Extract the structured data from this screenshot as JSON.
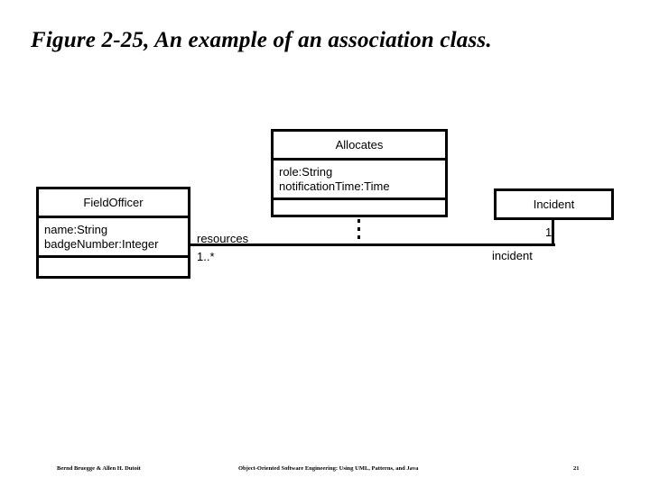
{
  "slide": {
    "title": "Figure 2-25, An example of an association class."
  },
  "diagram": {
    "association_class": {
      "name": "Allocates",
      "attributes": [
        "role:String",
        "notificationTime:Time"
      ],
      "operations": []
    },
    "classes": [
      {
        "name": "FieldOfficer",
        "attributes": [
          "name:String",
          "badgeNumber:Integer"
        ],
        "operations": []
      },
      {
        "name": "Incident",
        "attributes": [],
        "operations": []
      }
    ],
    "association": {
      "left_role": "resources",
      "left_multiplicity": "1..*",
      "right_role": "incident",
      "right_multiplicity": "1"
    }
  },
  "footer": {
    "authors": "Bernd Bruegge & Allen H. Dutoit",
    "book_title": "Object-Oriented Software Engineering: Using UML, Patterns, and Java",
    "page_number": "21"
  }
}
